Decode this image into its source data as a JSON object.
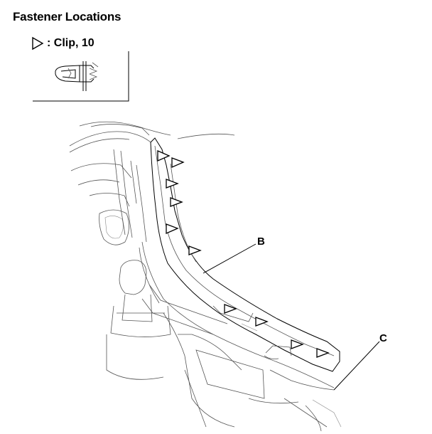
{
  "title": "Fastener Locations",
  "legend": {
    "symbol": "clip-triangle-icon",
    "label": ": Clip, 10"
  },
  "callouts": {
    "b": "B",
    "c": "C"
  }
}
